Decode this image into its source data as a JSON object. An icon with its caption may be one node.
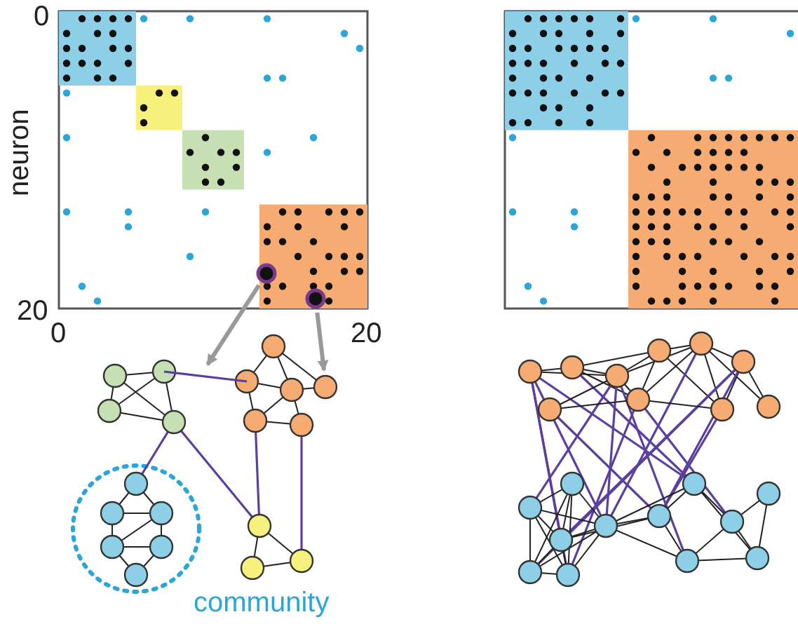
{
  "diagram": {
    "nodes": [
      {
        "text": [],
        "shape": "circle"
      },
      {
        "text": [],
        "shape": "circle"
      },
      {
        "text": [],
        "shape": "line"
      },
      {
        "text": [],
        "shape": "circle"
      }
    ],
    "edges": [
      {
        "from": 0,
        "to": 2,
        "arrow": "to"
      },
      {
        "from": 1,
        "to": 3,
        "arrow": "to"
      }
    ],
    "labels": [
      "0",
      "neuron",
      "20",
      "0",
      "20",
      "community"
    ]
  }
}
